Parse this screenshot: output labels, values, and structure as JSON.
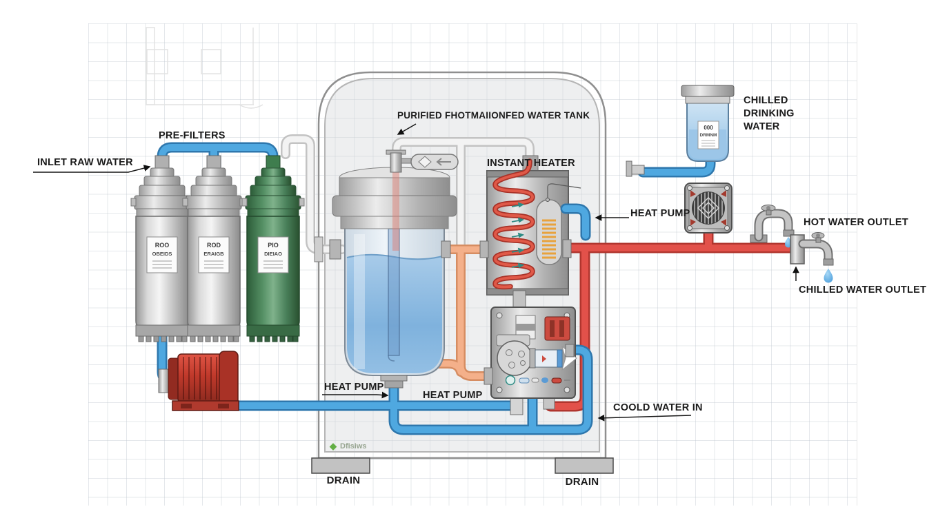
{
  "diagram": {
    "labels": {
      "pre_filters": "PRE-FILTERS",
      "inlet_raw_water": "INLET RAW WATER",
      "purified_water_tank": "PURIFIED FHOTMAIIONFED WATER TANK",
      "instant_heater": "INSTANT HEATER",
      "chilled_drinking_water": "CHILLED DRINKING WATER",
      "heat_pump_right": "HEAT PUMP",
      "hot_water_outlet": "HOT WATER OUTLET",
      "chilled_water_outlet": "CHILLED WATER OUTLET",
      "heat_pump_tank": "HEAT PUMP",
      "heat_pump_center": "HEAT PUMP",
      "cold_water_in": "COOLD WATER IN",
      "drain_left": "DRAIN",
      "drain_right": "DRAIN",
      "brand": "Dfisiws"
    },
    "stickers": {
      "filter1": {
        "line1": "ROO",
        "line2": "OBEIDS"
      },
      "filter2": {
        "line1": "ROD",
        "line2": "ERAIGB"
      },
      "filter3": {
        "line1": "PIO",
        "line2": "DIEIAO"
      },
      "container": {
        "line1": "000",
        "line2": "DRMNM"
      }
    },
    "colors": {
      "pipe_blue": "#4fa8e0",
      "pipe_blue_dark": "#2e77ad",
      "pipe_red": "#e2514a",
      "pipe_red_dark": "#b0352e",
      "pipe_orange": "#f4b08a",
      "pipe_orange_dark": "#d68d62",
      "pipe_white": "#f2f2f2",
      "filter_green": "#4f8a5f",
      "pump_red": "#c0392b",
      "water_blue": "#8abbe2",
      "metal_gray": "#c9c9c9"
    }
  }
}
